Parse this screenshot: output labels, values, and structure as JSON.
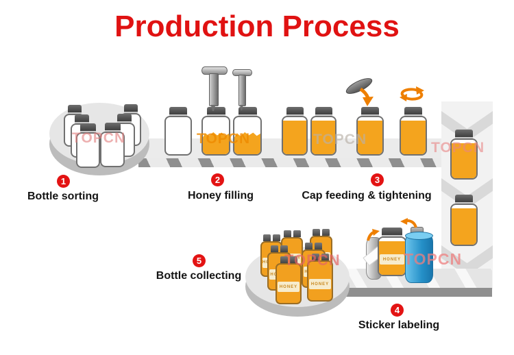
{
  "title": "Production Process",
  "watermark": "TOPCN",
  "honey_label": "HONEY",
  "steps": [
    {
      "number": "1",
      "label": "Bottle sorting"
    },
    {
      "number": "2",
      "label": "Honey filling"
    },
    {
      "number": "3",
      "label": "Cap feeding & tightening"
    },
    {
      "number": "4",
      "label": "Sticker labeling"
    },
    {
      "number": "5",
      "label": "Bottle collecting"
    }
  ],
  "colors": {
    "title_red": "#e01212",
    "badge_red": "#e31313",
    "honey_orange": "#f4a41e",
    "arrow_orange": "#ee7f00",
    "conveyor_dark": "#8f8f8f",
    "roller_blue": "#2590c8",
    "label_cream": "#f7eccd",
    "watermark_pink": "#e87f7f"
  }
}
